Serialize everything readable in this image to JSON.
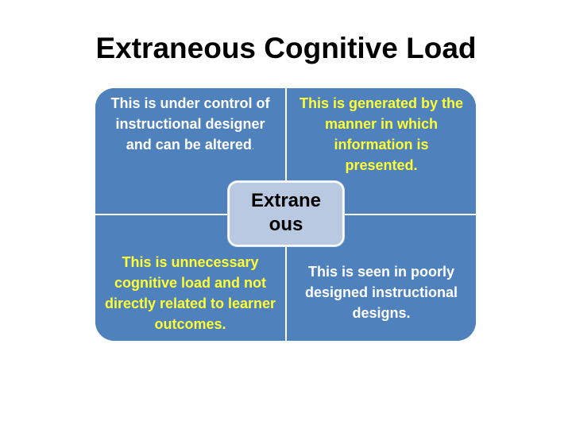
{
  "title": "Extraneous Cognitive Load",
  "center": {
    "line1": "Extrane",
    "line2": "ous"
  },
  "quadrants": {
    "top_left": {
      "text": "This is under control of instructional designer and can be altered",
      "suffix": "."
    },
    "top_right": {
      "text": "This is generated by the manner in which information is presented."
    },
    "bottom_left": {
      "text": "This is unnecessary cognitive load and not directly related to learner outcomes."
    },
    "bottom_right": {
      "text": "This is seen in poorly designed instructional designs."
    }
  },
  "colors": {
    "quadrant_fill": "#4f81bd",
    "center_fill": "#b9c9e2",
    "highlight_text": "#ffff33",
    "normal_text": "#ffffff"
  }
}
